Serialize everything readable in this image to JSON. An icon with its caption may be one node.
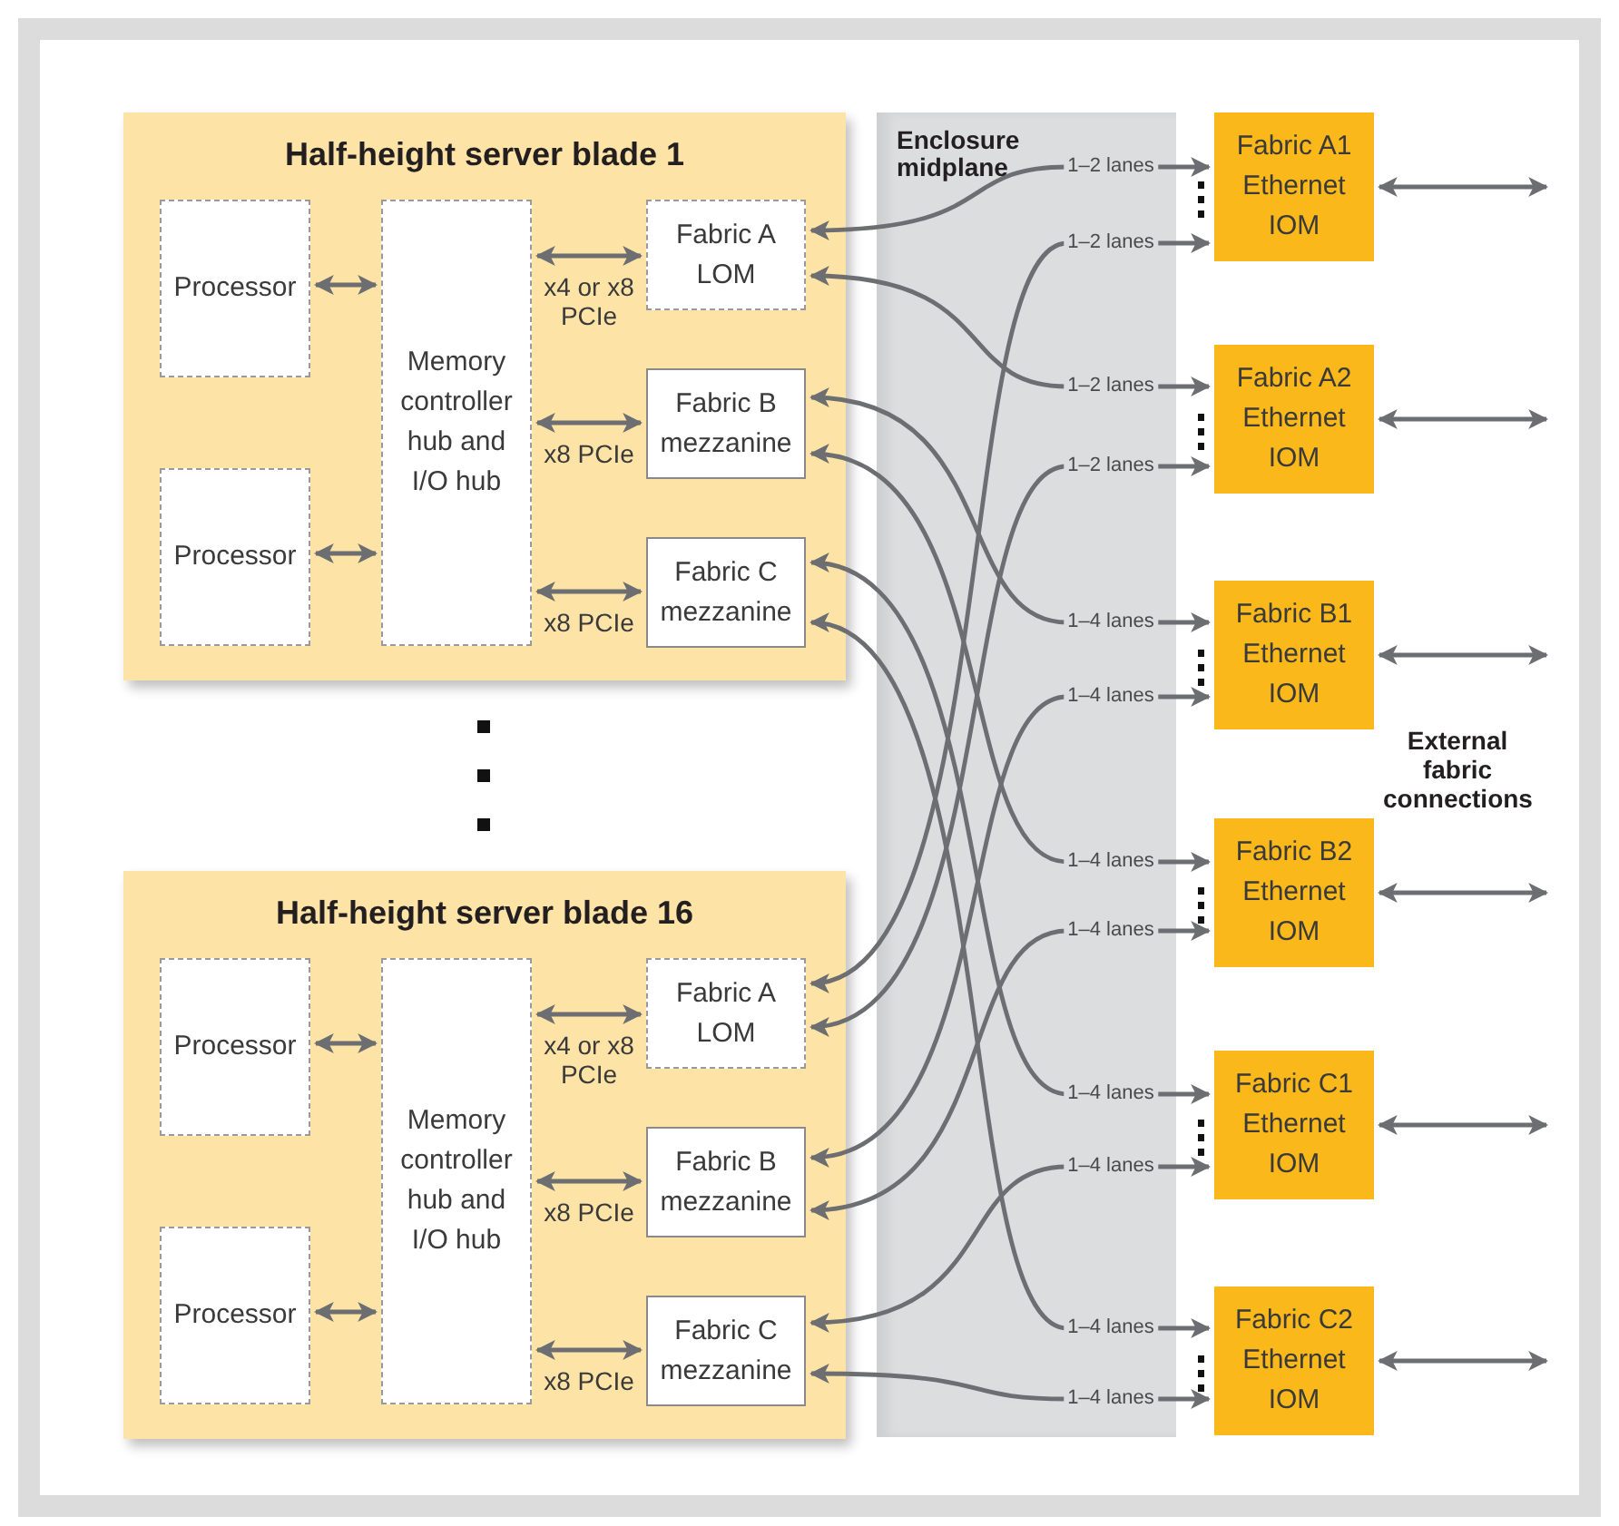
{
  "diagram": {
    "nodes": [
      {
        "text": [
          "Half-height server blade 1"
        ]
      },
      {
        "text": [
          "Processor"
        ],
        "in": 0
      },
      {
        "text": [
          "Processor"
        ],
        "in": 0
      },
      {
        "text": [
          "Memory controller hub and I/O hub"
        ],
        "in": 0
      },
      {
        "text": [
          "Fabric A LOM"
        ],
        "in": 0
      },
      {
        "text": [
          "Fabric B mezzanine"
        ],
        "in": 0
      },
      {
        "text": [
          "Fabric C mezzanine"
        ],
        "in": 0
      },
      {
        "text": [
          "Half-height server blade 16"
        ]
      },
      {
        "text": [
          "Processor"
        ],
        "in": 7
      },
      {
        "text": [
          "Processor"
        ],
        "in": 7
      },
      {
        "text": [
          "Memory controller hub and I/O hub"
        ],
        "in": 7
      },
      {
        "text": [
          "Fabric A LOM"
        ],
        "in": 7
      },
      {
        "text": [
          "Fabric B mezzanine"
        ],
        "in": 7
      },
      {
        "text": [
          "Fabric C mezzanine"
        ],
        "in": 7
      },
      {
        "text": [
          "Fabric A1 Ethernet IOM"
        ]
      },
      {
        "text": [
          "Fabric A2 Ethernet IOM"
        ]
      },
      {
        "text": [
          "Fabric B1 Ethernet IOM"
        ]
      },
      {
        "text": [
          "Fabric B2 Ethernet IOM"
        ]
      },
      {
        "text": [
          "Fabric C1 Ethernet IOM"
        ]
      },
      {
        "text": [
          "Fabric C2 Ethernet IOM"
        ]
      }
    ],
    "edges": [
      {
        "from": 1,
        "to": 3,
        "arrow": "both"
      },
      {
        "from": 2,
        "to": 3,
        "arrow": "both"
      },
      {
        "from": 3,
        "to": 4,
        "arrow": "both",
        "label": "x4 or x8 PCIe"
      },
      {
        "from": 3,
        "to": 5,
        "arrow": "both",
        "label": "x8 PCIe"
      },
      {
        "from": 3,
        "to": 6,
        "arrow": "both",
        "label": "x8 PCIe"
      },
      {
        "from": 8,
        "to": 10,
        "arrow": "both"
      },
      {
        "from": 9,
        "to": 10,
        "arrow": "both"
      },
      {
        "from": 10,
        "to": 11,
        "arrow": "both",
        "label": "x4 or x8 PCIe"
      },
      {
        "from": 10,
        "to": 12,
        "arrow": "both",
        "label": "x8 PCIe"
      },
      {
        "from": 10,
        "to": 13,
        "arrow": "both",
        "label": "x8 PCIe"
      },
      {
        "from": 4,
        "to": 14,
        "arrow": "both",
        "label": "1–2 lanes"
      },
      {
        "from": 4,
        "to": 15,
        "arrow": "both",
        "label": "1–2 lanes"
      },
      {
        "from": 11,
        "to": 14,
        "arrow": "both",
        "label": "1–2 lanes"
      },
      {
        "from": 11,
        "to": 15,
        "arrow": "both",
        "label": "1–2 lanes"
      },
      {
        "from": 5,
        "to": 16,
        "arrow": "both",
        "label": "1–4 lanes"
      },
      {
        "from": 5,
        "to": 17,
        "arrow": "both",
        "label": "1–4 lanes"
      },
      {
        "from": 12,
        "to": 16,
        "arrow": "both",
        "label": "1–4 lanes"
      },
      {
        "from": 12,
        "to": 17,
        "arrow": "both",
        "label": "1–4 lanes"
      },
      {
        "from": 6,
        "to": 18,
        "arrow": "both",
        "label": "1–4 lanes"
      },
      {
        "from": 6,
        "to": 19,
        "arrow": "both",
        "label": "1–4 lanes"
      },
      {
        "from": 13,
        "to": 18,
        "arrow": "both",
        "label": "1–4 lanes"
      },
      {
        "from": 13,
        "to": 19,
        "arrow": "both",
        "label": "1–4 lanes"
      },
      {
        "from": 14,
        "to": null,
        "arrow": "both"
      },
      {
        "from": 15,
        "to": null,
        "arrow": "both"
      },
      {
        "from": 16,
        "to": null,
        "arrow": "both"
      },
      {
        "from": 17,
        "to": null,
        "arrow": "both"
      },
      {
        "from": 18,
        "to": null,
        "arrow": "both"
      },
      {
        "from": 19,
        "to": null,
        "arrow": "both"
      }
    ],
    "labels": [
      "Enclosure midplane",
      "External fabric connections"
    ]
  }
}
